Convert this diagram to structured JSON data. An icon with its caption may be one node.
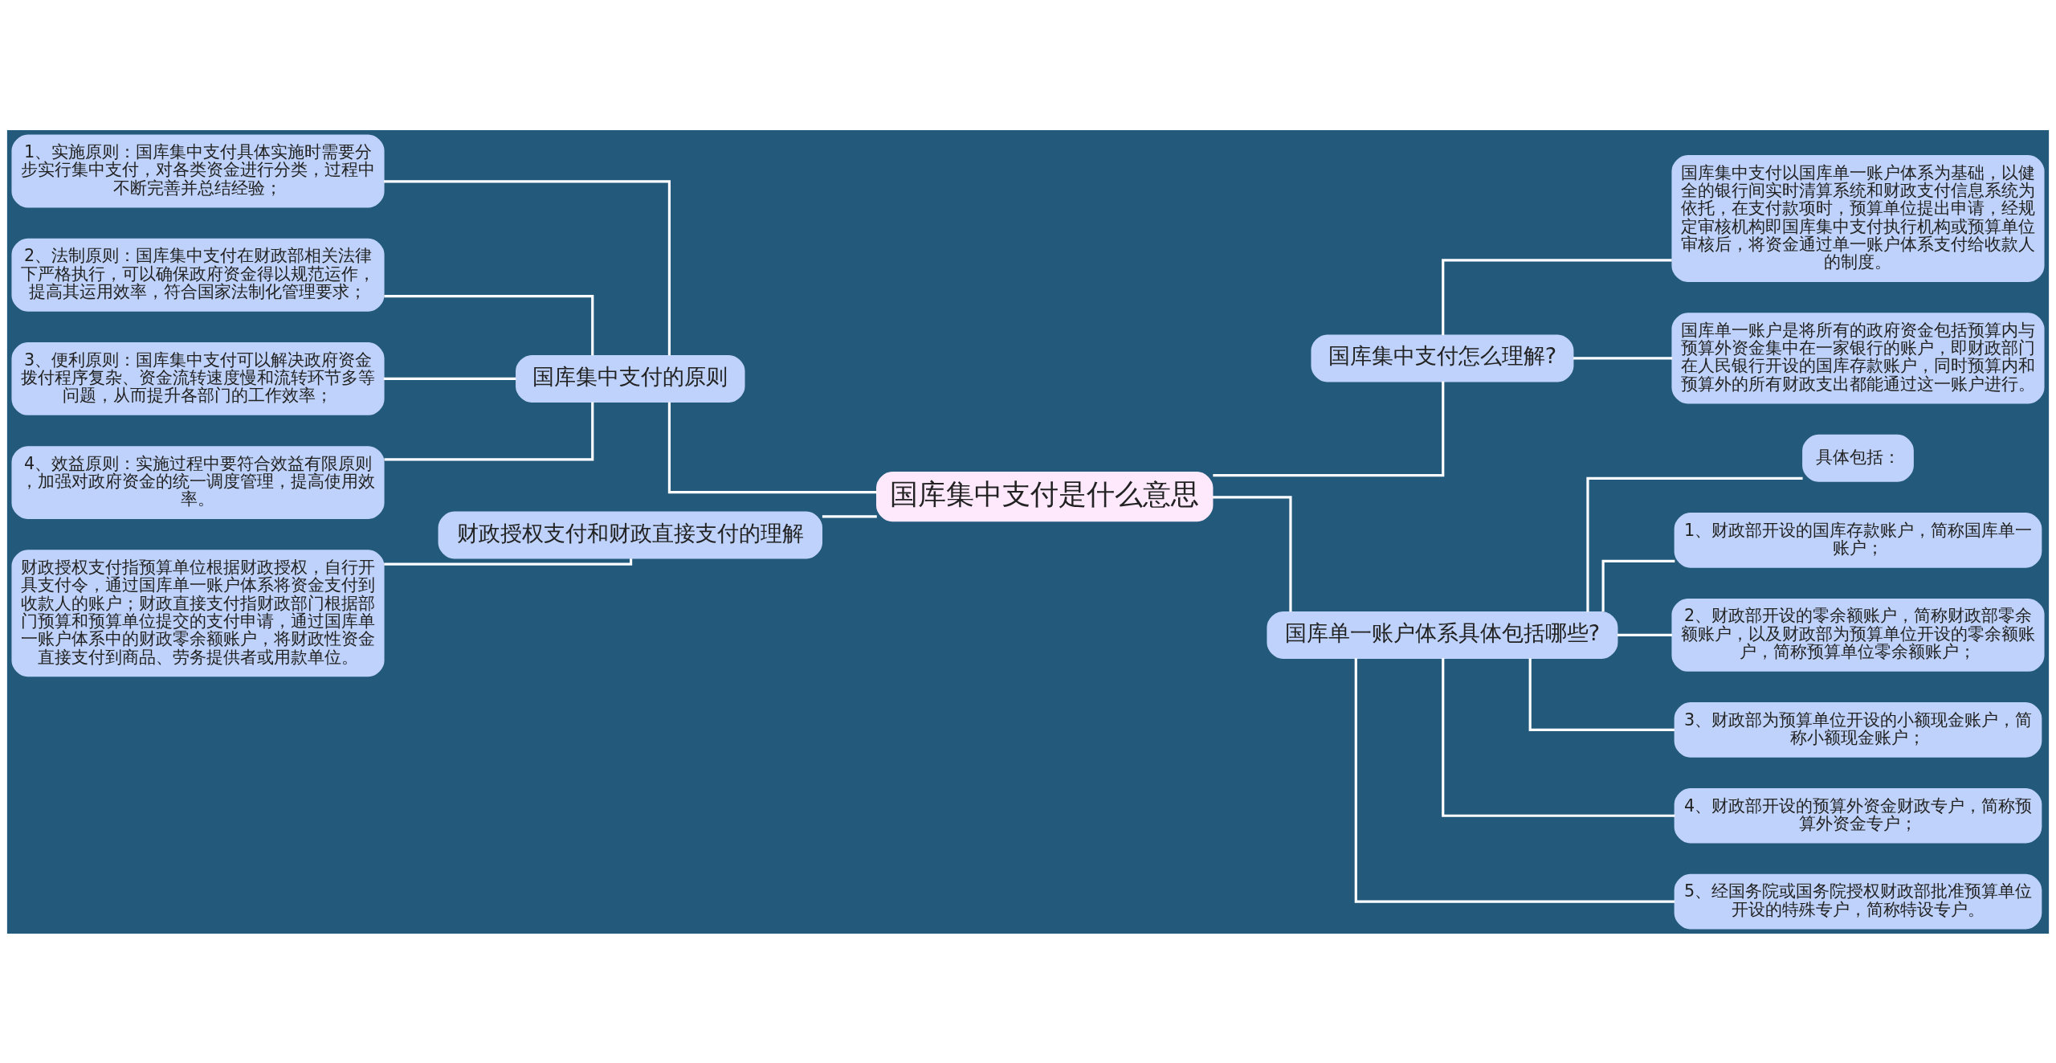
{
  "diagram": {
    "nodes": [
      {
        "text": [
          "国库集中支付是什么意思"
        ]
      },
      {
        "text": [
          "国库集中支付的原则"
        ]
      },
      {
        "text": [
          "1、实施原则：国库集中支付具体实施时需要分步实行集中支付，对各类资金进行分类，过程中不断完善并总结经验；"
        ]
      },
      {
        "text": [
          "2、法制原则：国库集中支付在财政部相关法律下严格执行，可以确保政府资金得以规范运作，提高其运用效率，符合国家法制化管理要求；"
        ]
      },
      {
        "text": [
          "3、便利原则：国库集中支付可以解决政府资金拨付程序复杂、资金流转速度慢和流转环节多等问题，从而提升各部门的工作效率；"
        ]
      },
      {
        "text": [
          "4、效益原则：实施过程中要符合效益有限原则，加强对政府资金的统一调度管理，提高使用效率。"
        ]
      },
      {
        "text": [
          "财政授权支付和财政直接支付的理解"
        ]
      },
      {
        "text": [
          "财政授权支付指预算单位根据财政授权，自行开具支付令，通过国库单一账户体系将资金支付到收款人的账户；财政直接支付指财政部门根据部门预算和预算单位提交的支付申请，通过国库单一账户体系中的财政零余额账户，将财政性资金直接支付到商品、劳务提供者或用款单位。"
        ]
      },
      {
        "text": [
          "国库集中支付怎么理解?"
        ]
      },
      {
        "text": [
          "国库集中支付以国库单一账户体系为基础，以健全的银行间实时清算系统和财政支付信息系统为依托，在支付款项时，预算单位提出申请，经规定审核机构即国库集中支付执行机构或预算单位审核后，将资金通过单一账户体系支付给收款人的制度。"
        ]
      },
      {
        "text": [
          "国库单一账户是将所有的政府资金包括预算内与预算外资金集中在一家银行的账户，即财政部门在人民银行开设的国库存款账户，同时预算内和预算外的所有财政支出都能通过这一账户进行。"
        ]
      },
      {
        "text": [
          "国库单一账户体系具体包括哪些?"
        ]
      },
      {
        "text": [
          "具体包括："
        ]
      },
      {
        "text": [
          "1、财政部开设的国库存款账户，简称国库单一账户；"
        ]
      },
      {
        "text": [
          "2、财政部开设的零余额账户，简称财政部零余额账户，以及财政部为预算单位开设的零余额账户，简称预算单位零余额账户；"
        ]
      },
      {
        "text": [
          "3、财政部为预算单位开设的小额现金账户，简称小额现金账户；"
        ]
      },
      {
        "text": [
          "4、财政部开设的预算外资金财政专户，简称预算外资金专户；"
        ]
      },
      {
        "text": [
          "5、经国务院或国务院授权财政部批准预算单位开设的特殊专户，简称特设专户。"
        ]
      }
    ],
    "edges": [
      {
        "from": 0,
        "to": 1,
        "arrow": "none"
      },
      {
        "from": 1,
        "to": 2,
        "arrow": "none"
      },
      {
        "from": 1,
        "to": 3,
        "arrow": "none"
      },
      {
        "from": 1,
        "to": 4,
        "arrow": "none"
      },
      {
        "from": 1,
        "to": 5,
        "arrow": "none"
      },
      {
        "from": 0,
        "to": 6,
        "arrow": "none"
      },
      {
        "from": 6,
        "to": 7,
        "arrow": "none"
      },
      {
        "from": 0,
        "to": 8,
        "arrow": "none"
      },
      {
        "from": 8,
        "to": 9,
        "arrow": "none"
      },
      {
        "from": 8,
        "to": 10,
        "arrow": "none"
      },
      {
        "from": 0,
        "to": 11,
        "arrow": "none"
      },
      {
        "from": 11,
        "to": 12,
        "arrow": "none"
      },
      {
        "from": 11,
        "to": 13,
        "arrow": "none"
      },
      {
        "from": 11,
        "to": 14,
        "arrow": "none"
      },
      {
        "from": 11,
        "to": 15,
        "arrow": "none"
      },
      {
        "from": 11,
        "to": 16,
        "arrow": "none"
      },
      {
        "from": 11,
        "to": 17,
        "arrow": "none"
      }
    ]
  }
}
